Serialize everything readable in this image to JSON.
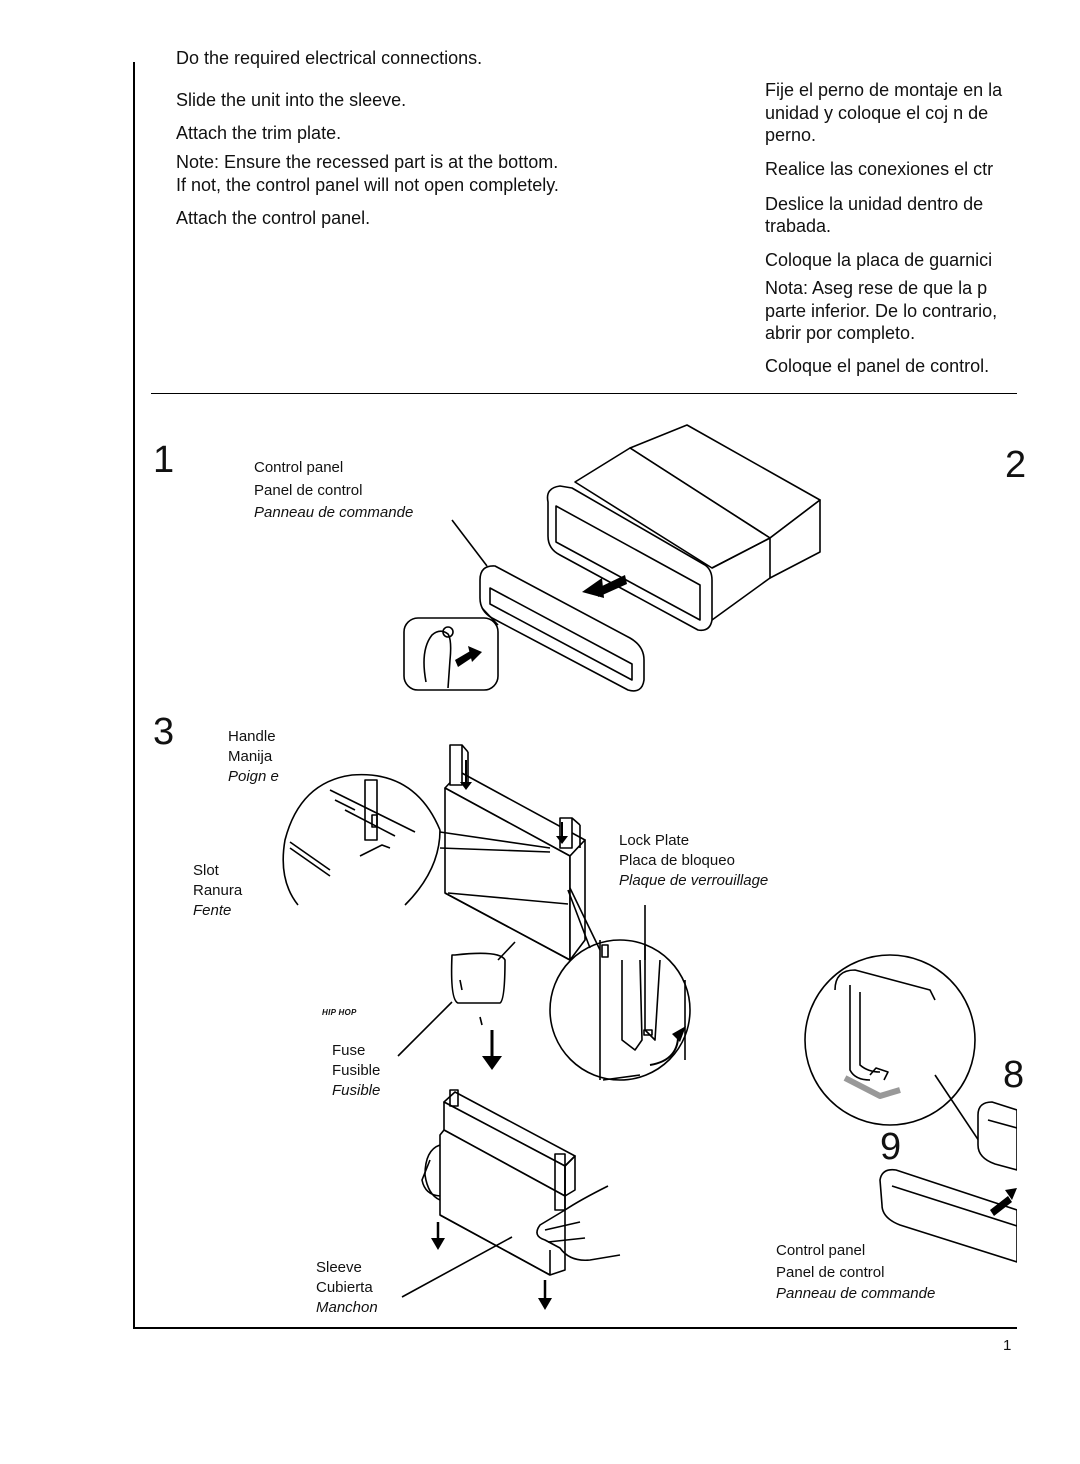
{
  "english_steps": {
    "cut_line": "Do the required electrical connections.",
    "slide": "Slide the unit into the sleeve.",
    "attach_trim": "Attach the trim plate.",
    "note_line1": "Note: Ensure the recessed part is at the bottom.",
    "note_line2": "If not, the control panel will not open completely.",
    "attach_panel": "Attach the control panel."
  },
  "spanish_steps": {
    "fix_line1": "Fije el perno de montaje en la",
    "fix_line2": "unidad  y  coloque  el  coj n  de",
    "fix_line3": "perno.",
    "connections": "Realice las conexiones el ctr",
    "slide_line1": "Deslice  la  unidad  dentro  de",
    "slide_line2": "trabada.",
    "trim": "Coloque la placa de guarnici",
    "note_line1": "Nota:  Aseg rese  de  que  la  p",
    "note_line2": "parte inferior. De lo contrario,",
    "note_line3": "abrir por completo.",
    "panel": "Coloque el panel de control."
  },
  "figure": {
    "step1": "1",
    "step2_partial": "2",
    "step3": "3",
    "step8_partial": "8",
    "step9": "9",
    "control_panel_top": {
      "en": "Control panel",
      "es": "Panel de control",
      "fr": "Panneau de commande"
    },
    "handle": {
      "en": "Handle",
      "es": "Manija",
      "fr": "Poign e"
    },
    "slot": {
      "en": "Slot",
      "es": "Ranura",
      "fr": "Fente"
    },
    "lock_plate": {
      "en": "Lock Plate",
      "es": "Placa de bloqueo",
      "fr": "Plaque de verrouillage"
    },
    "fuse": {
      "en": "Fuse",
      "es": "Fusible",
      "fr": "Fusible"
    },
    "sleeve": {
      "en": "Sleeve",
      "es": "Cubierta",
      "fr": "Manchon"
    },
    "control_panel_bottom": {
      "en": "Control panel",
      "es": "Panel de control",
      "fr": "Panneau de commande"
    },
    "logo_text": "HIP HOP"
  },
  "footer": {
    "page_number": "1"
  }
}
